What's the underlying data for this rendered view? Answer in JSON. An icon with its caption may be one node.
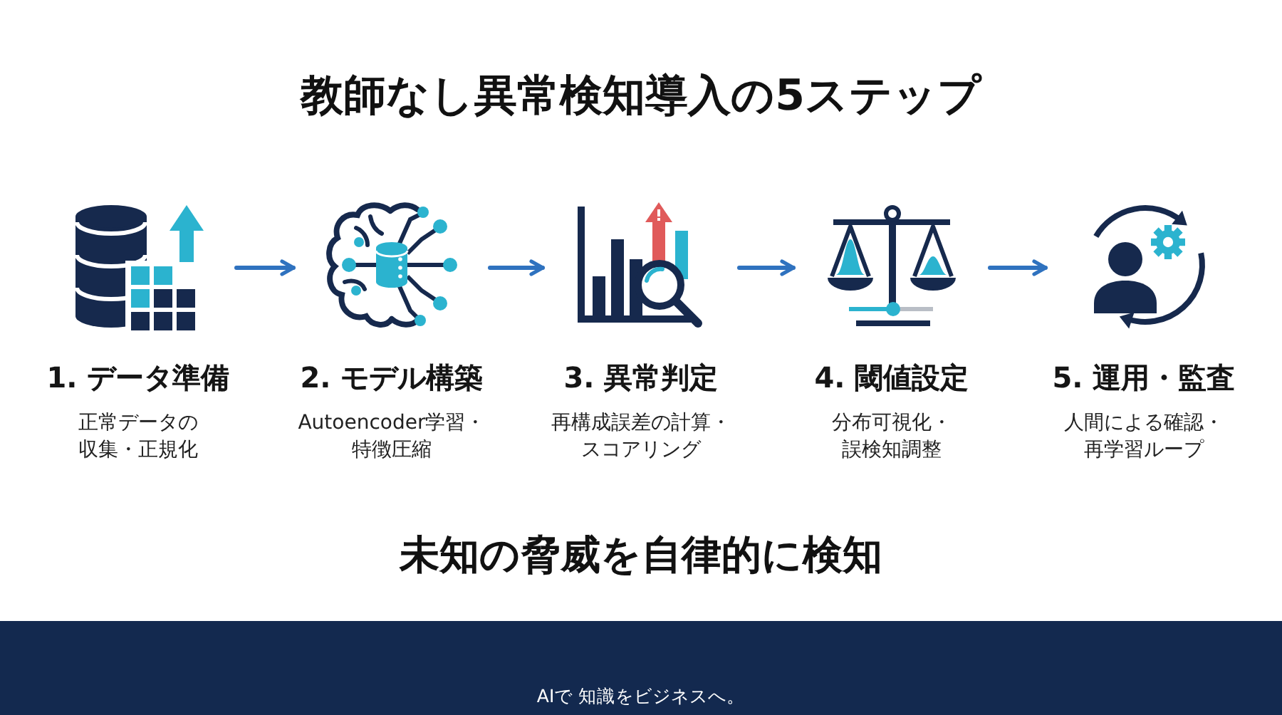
{
  "diagram": {
    "title": "教師なし異常検知導入の5ステップ",
    "nodes": [
      {
        "text": [
          "1. データ準備",
          "正常データの収集・正規化"
        ]
      },
      {
        "text": [
          "2. モデル構築",
          "Autoencoder学習・特徴圧縮"
        ]
      },
      {
        "text": [
          "3. 異常判定",
          "再構成誤差の計算・スコアリング"
        ]
      },
      {
        "text": [
          "4. 閾値設定",
          "分布可視化・誤検知調整"
        ]
      },
      {
        "text": [
          "5. 運用・監査",
          "人間による確認・再学習ループ"
        ]
      }
    ],
    "edges": [
      {
        "from": 0,
        "to": 1,
        "arrow": "to"
      },
      {
        "from": 1,
        "to": 2,
        "arrow": "to"
      },
      {
        "from": 2,
        "to": 3,
        "arrow": "to"
      },
      {
        "from": 3,
        "to": 4,
        "arrow": "to"
      }
    ],
    "caption": "未知の脅威を自律的に検知",
    "labels": [
      "AIで 知識をビジネスへ。"
    ]
  }
}
